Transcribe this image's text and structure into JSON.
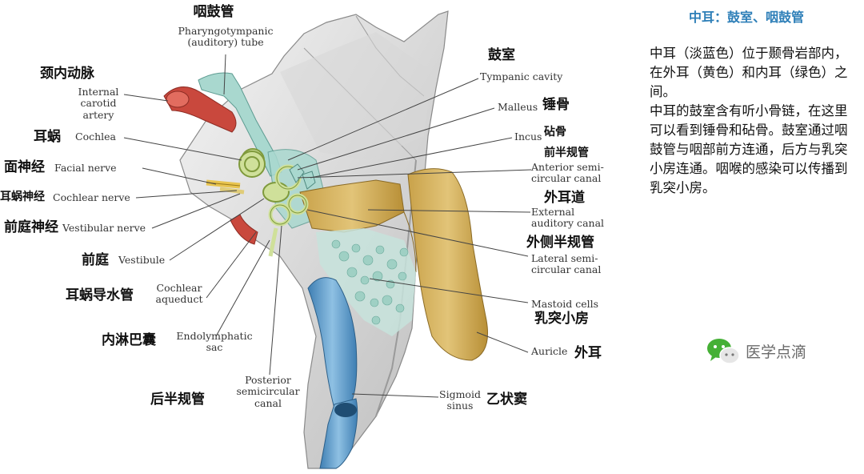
{
  "panel": {
    "title": "中耳：鼓室、咽鼓管",
    "paragraphs": [
      "中耳（淡蓝色）位于颞骨岩部内，在外耳（黄色）和内耳（绿色）之间。",
      "中耳的鼓室含有听小骨链，在这里可以看到锤骨和砧骨。鼓室通过咽鼓管与咽部前方连通，后方与乳突小房连通。咽喉的感染可以传播到乳突小房。"
    ]
  },
  "watermark": {
    "text": "医学点滴",
    "icon": "wechat-icon"
  },
  "labels": {
    "pharyngotympanic": {
      "cn": "咽鼓管",
      "en": "Pharyngotympanic (auditory) tube"
    },
    "carotid": {
      "cn": "颈内动脉",
      "en": "Internal carotid artery"
    },
    "cochlea": {
      "cn": "耳蜗",
      "en": "Cochlea"
    },
    "facial": {
      "cn": "面神经",
      "en": "Facial nerve"
    },
    "cochlear_nerve": {
      "cn": "耳蜗神经",
      "en": "Cochlear nerve"
    },
    "vestibular_nerve": {
      "cn": "前庭神经",
      "en": "Vestibular nerve"
    },
    "vestibule": {
      "cn": "前庭",
      "en": "Vestibule"
    },
    "cochlear_aqueduct": {
      "cn": "耳蜗导水管",
      "en": "Cochlear aqueduct"
    },
    "endolymphatic": {
      "cn": "内淋巴囊",
      "en": "Endolymphatic sac"
    },
    "posterior_canal": {
      "cn": "后半规管",
      "en": "Posterior semicircular canal"
    },
    "tympanic": {
      "cn": "鼓室",
      "en": "Tympanic cavity"
    },
    "malleus": {
      "cn": "锤骨",
      "en": "Malleus"
    },
    "incus": {
      "cn": "砧骨",
      "en": "Incus"
    },
    "anterior_canal": {
      "cn": "前半规管",
      "en": "Anterior semi-circular canal"
    },
    "external_canal": {
      "cn": "外耳道",
      "en": "External auditory canal"
    },
    "lateral_canal": {
      "cn": "外侧半规管",
      "en": "Lateral semi-circular canal"
    },
    "mastoid": {
      "cn": "乳突小房",
      "en": "Mastoid cells"
    },
    "auricle": {
      "cn": "外耳",
      "en": "Auricle"
    },
    "sigmoid": {
      "cn": "乙状窦",
      "en": "Sigmoid sinus"
    }
  },
  "colors": {
    "middle_ear": "#a9d8cf",
    "inner_ear": "#cfe09a",
    "external_ear": "#d9b865",
    "artery": "#c9483d",
    "sinus": "#4f8fc0",
    "bone": "#e6e6e6",
    "panel_title": "#2e7fb8"
  }
}
